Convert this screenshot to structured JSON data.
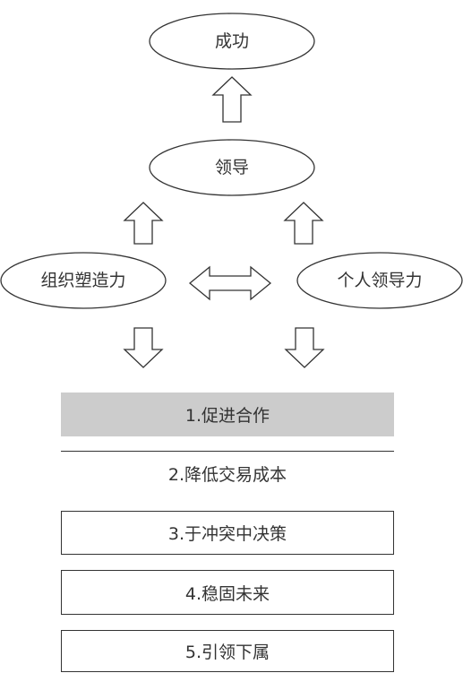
{
  "nodes": {
    "success": "成功",
    "leadership": "领导",
    "org_shaping": "组织塑造力",
    "personal_leadership": "个人领导力"
  },
  "boxes": [
    "1.促进合作",
    "2.降低交易成本",
    "3.于冲突中决策",
    "4.稳固未来",
    "5.引领下属"
  ],
  "colors": {
    "line": "#333333",
    "highlight_fill": "#cccccc",
    "text": "#333333"
  }
}
